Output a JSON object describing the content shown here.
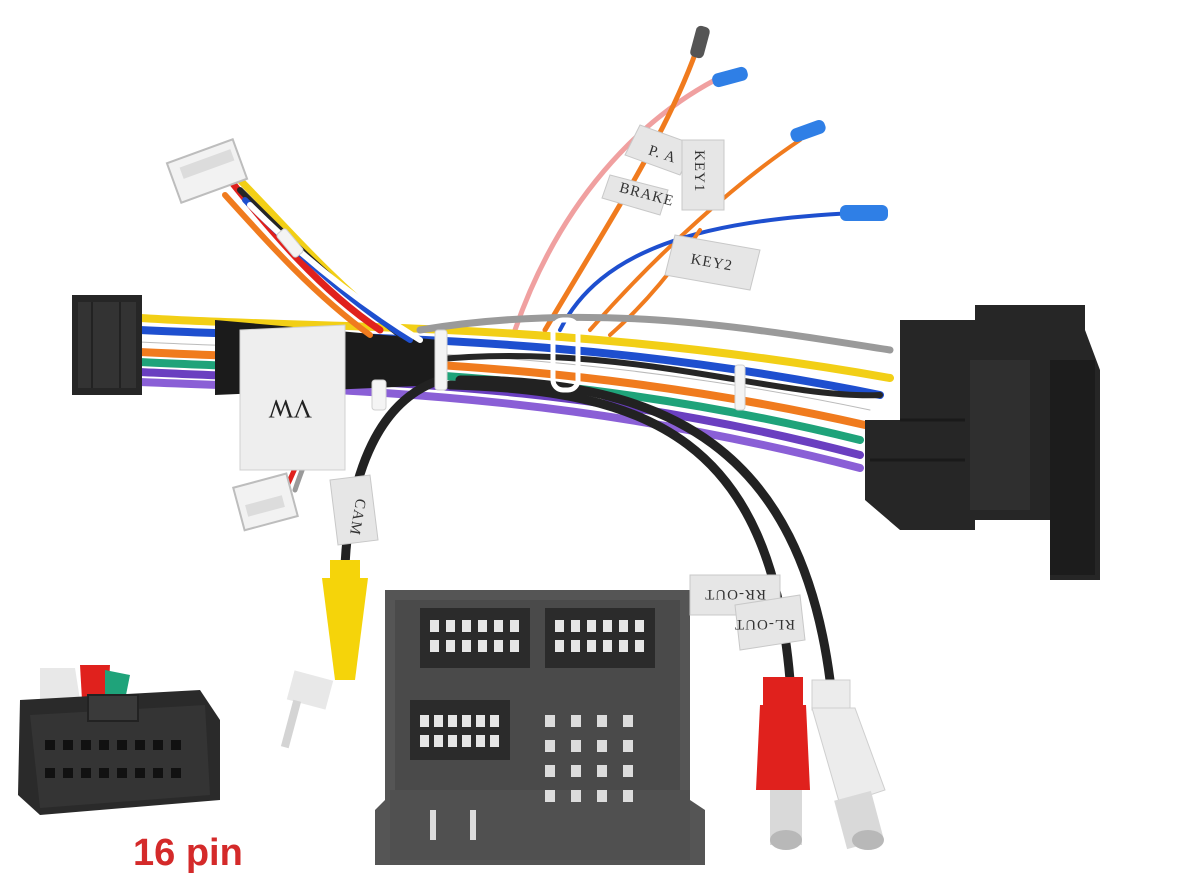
{
  "labels": {
    "key1": "KEY1",
    "key2": "KEY2",
    "pa": "P. A",
    "brake": "BRAKE",
    "vw": "VW",
    "rr_out": "RR-OUT",
    "rl_out": "RL-OUT",
    "cam": "CAM"
  },
  "caption": {
    "text": "16 pin",
    "color": "#d42a2a"
  },
  "colors": {
    "connector_black": "#262626",
    "connector_grey": "#555555",
    "rca_yellow": "#f5d40a",
    "rca_red": "#e0211d",
    "rca_white": "#ececec",
    "wire_orange": "#f07b1e",
    "wire_blue": "#1e4fcf",
    "wire_pink": "#f0a0a0",
    "wire_purple": "#6a3fc0",
    "wire_green": "#1fa37a",
    "wire_yellow": "#f2cf16",
    "wire_grey": "#9a9a9a",
    "cap_blue": "#2f7fe6"
  }
}
